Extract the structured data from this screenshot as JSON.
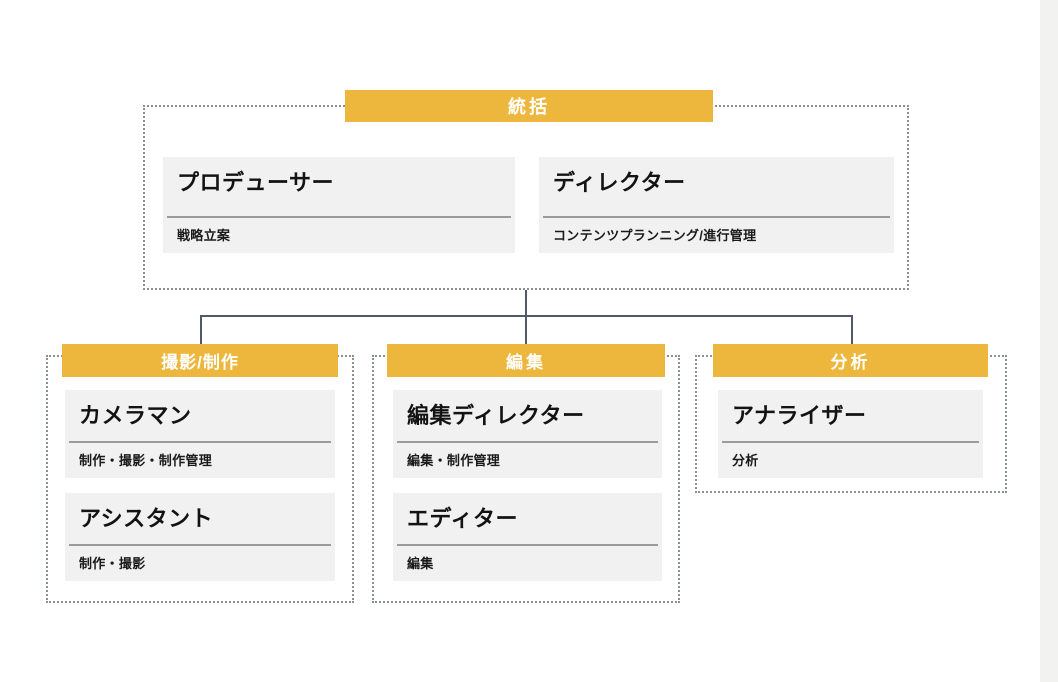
{
  "page": {
    "background": "#ffffff",
    "edge_strip_color": "#f2f2f1"
  },
  "colors": {
    "accent_yellow": "#ecb73c",
    "card_background": "#f1f1f1",
    "connector_line": "#4e5a68",
    "dotted_border": "#87909b",
    "card_divider": "#9b9b9b",
    "header_text": "#ffffff",
    "title_text": "#131313"
  },
  "org_chart": {
    "root": {
      "header": "統括",
      "roles": [
        {
          "title": "プロデューサー",
          "duties": "戦略立案"
        },
        {
          "title": "ディレクター",
          "duties": "コンテンツプランニング/進行管理"
        }
      ]
    },
    "groups": [
      {
        "header": "撮影/制作",
        "roles": [
          {
            "title": "カメラマン",
            "duties": "制作・撮影・制作管理"
          },
          {
            "title": "アシスタント",
            "duties": "制作・撮影"
          }
        ]
      },
      {
        "header": "編集",
        "roles": [
          {
            "title": "編集ディレクター",
            "duties": "編集・制作管理"
          },
          {
            "title": "エディター",
            "duties": "編集"
          }
        ]
      },
      {
        "header": "分析",
        "roles": [
          {
            "title": "アナライザー",
            "duties": "分析"
          }
        ]
      }
    ]
  }
}
